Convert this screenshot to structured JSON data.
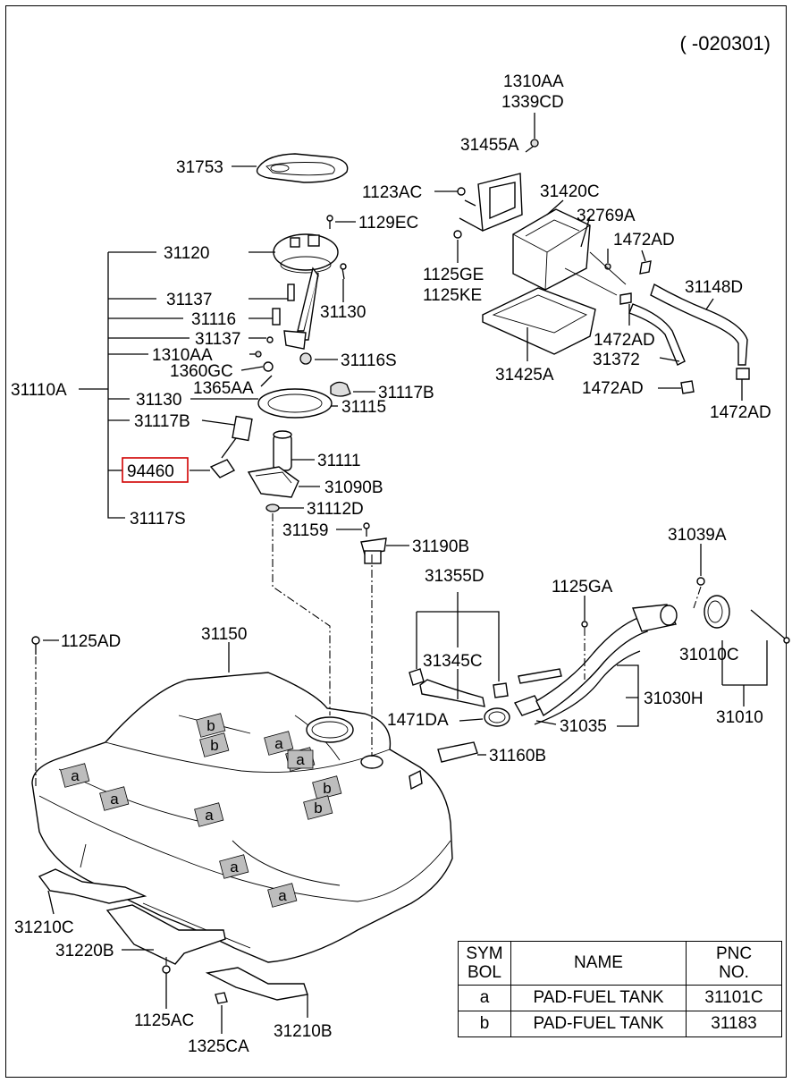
{
  "version_code": "( -020301)",
  "labels": {
    "l31753": "31753",
    "l1129EC": "1129EC",
    "l31120": "31120",
    "l31137a": "31137",
    "l31116": "31116",
    "l31137b": "31137",
    "l1310AA_a": "1310AA",
    "l1360GC": "1360GC",
    "l1365AA": "1365AA",
    "l31110A": "31110A",
    "l31130a": "31130",
    "l31117B_a": "31117B",
    "l94460": "94460",
    "l31117S": "31117S",
    "l31130b": "31130",
    "l31116S": "31116S",
    "l31117B_b": "31117B",
    "l31115": "31115",
    "l31111": "31111",
    "l31090B": "31090B",
    "l31112D": "31112D",
    "l31159": "31159",
    "l31190B": "31190B",
    "l1310AA_b": "1310AA",
    "l1339CD": "1339CD",
    "l31455A": "31455A",
    "l1123AC": "1123AC",
    "l31420C": "31420C",
    "l32769A": "32769A",
    "l1472AD_a": "1472AD",
    "l1125GE": "1125GE",
    "l1125KE": "1125KE",
    "l31148D": "31148D",
    "l1472AD_b": "1472AD",
    "l31372": "31372",
    "l31425A": "31425A",
    "l1472AD_c": "1472AD",
    "l1472AD_d": "1472AD",
    "l31355D": "31355D",
    "l31345C": "31345C",
    "l1125GA": "1125GA",
    "l31039A": "31039A",
    "l31010C": "31010C",
    "l31030H": "31030H",
    "l31010": "31010",
    "l1471DA": "1471DA",
    "l31035": "31035",
    "l31160B": "31160B",
    "l1125AD": "1125AD",
    "l31150": "31150",
    "l31210C": "31210C",
    "l31220B": "31220B",
    "l1125AC": "1125AC",
    "l1325CA": "1325CA",
    "l31210B": "31210B"
  },
  "pad_marks": [
    "b",
    "b",
    "a",
    "a",
    "a",
    "a",
    "b",
    "b",
    "a",
    "a",
    "a",
    "a"
  ],
  "legend": {
    "headers": {
      "symbol": "SYM\nBOL",
      "name": "NAME",
      "pnc": "PNC\nNO."
    },
    "rows": [
      {
        "symbol": "a",
        "name": "PAD-FUEL TANK",
        "pnc": "31101C"
      },
      {
        "symbol": "b",
        "name": "PAD-FUEL TANK",
        "pnc": "31183"
      }
    ]
  },
  "highlight_color": "#d00000"
}
